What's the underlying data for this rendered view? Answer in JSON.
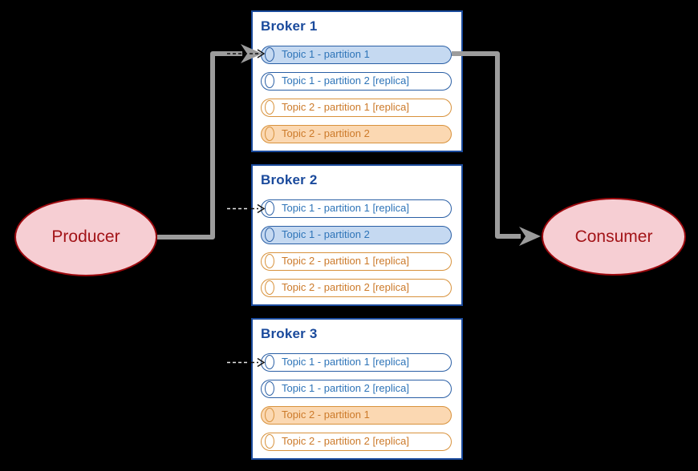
{
  "producer": {
    "label": "Producer"
  },
  "consumer": {
    "label": "Consumer"
  },
  "brokers": [
    {
      "title": "Broker 1",
      "partitions": [
        {
          "label": "Topic 1 - partition 1"
        },
        {
          "label": "Topic 1 - partition 2 [replica]"
        },
        {
          "label": "Topic 2 - partition 1 [replica]"
        },
        {
          "label": "Topic 2 - partition 2"
        }
      ]
    },
    {
      "title": "Broker 2",
      "partitions": [
        {
          "label": "Topic 1 - partition 1 [replica]"
        },
        {
          "label": "Topic 1 - partition 2"
        },
        {
          "label": "Topic 2 - partition 1 [replica]"
        },
        {
          "label": "Topic 2 - partition 2 [replica]"
        }
      ]
    },
    {
      "title": "Broker 3",
      "partitions": [
        {
          "label": "Topic 1 - partition 1 [replica]"
        },
        {
          "label": "Topic 1 - partition 2 [replica]"
        },
        {
          "label": "Topic 2 - partition 1"
        },
        {
          "label": "Topic 2 - partition 2 [replica]"
        }
      ]
    }
  ],
  "colors": {
    "bg": "#000000",
    "box_fill": "#ffffff",
    "blue_dark": "#1a4a9c",
    "blue_border": "#2a5fa5",
    "blue_text": "#2e74b8",
    "blue_fill": "#c5d9f1",
    "orange_border": "#d8923c",
    "orange_text": "#cc7a2a",
    "orange_fill": "#fbd8b2",
    "red_border": "#9c090e",
    "red_fill": "#f6ced3",
    "red_text": "#a31418",
    "arrow_gray": "#9c9c9c",
    "dash_dark": "#111111",
    "dash_light": "#e6e6e6"
  }
}
